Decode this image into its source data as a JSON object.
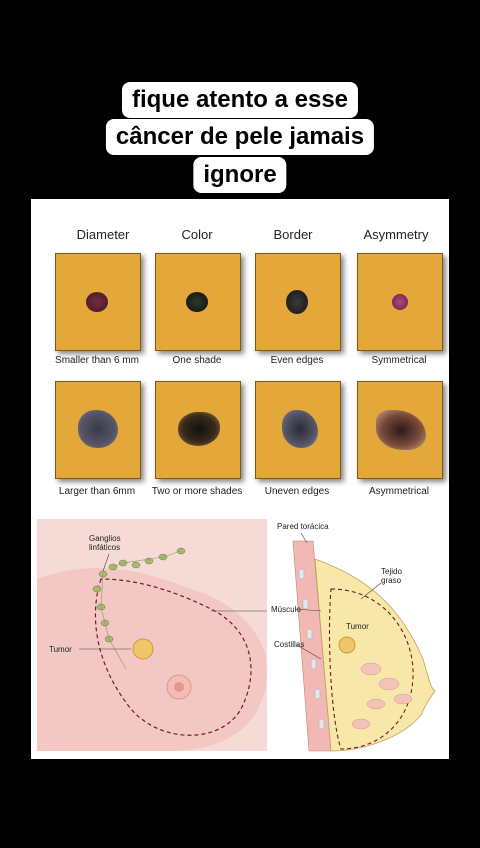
{
  "caption": {
    "line1": "fique atento a esse",
    "line2": "câncer de pele jamais",
    "line3": "ignore"
  },
  "moles": {
    "headers": [
      "Diameter",
      "Color",
      "Border",
      "Asymmetry"
    ],
    "benign_labels": [
      "Smaller than 6 mm",
      "One shade",
      "Even edges",
      "Symmetrical"
    ],
    "malignant_labels": [
      "Larger than 6mm",
      "Two or more shades",
      "Uneven edges",
      "Asymmetrical"
    ]
  },
  "anatomy": {
    "ganglios": [
      "Ganglios",
      "linfáticos"
    ],
    "tumor_left": "Tumor",
    "pared": "Pared torácica",
    "tejido": [
      "Tejido",
      "graso"
    ],
    "musculo": "Músculo",
    "costillas": "Costillas",
    "tumor_right": "Tumor"
  }
}
